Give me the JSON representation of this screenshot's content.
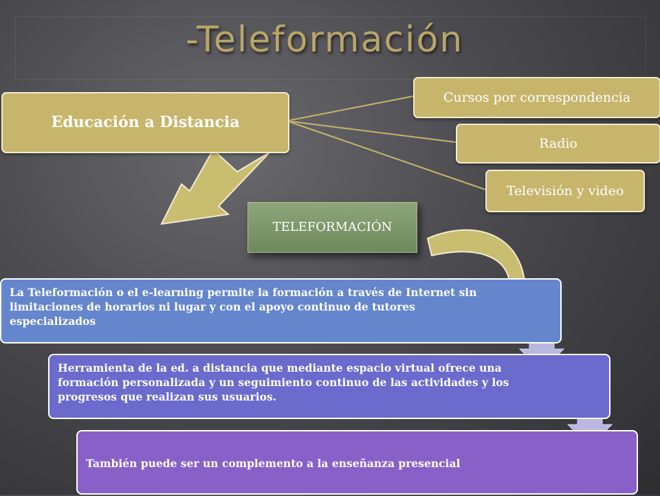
{
  "title": "-Teleformación",
  "root": {
    "label": "Educación a Distancia"
  },
  "branches": [
    {
      "label": "Cursos por correspondencia"
    },
    {
      "label": "Radio"
    },
    {
      "label": "Televisión y video"
    }
  ],
  "tele_label": "TELEFORMACIÓN",
  "steps": [
    {
      "text": "La Teleformación o el e-learning permite la formación a través de Internet sin limitaciones de horarios ni lugar y con el apoyo continuo de tutores especializados"
    },
    {
      "text": "Herramienta de la ed. a distancia que mediante espacio virtual ofrece una formación personalizada y un seguimiento continuo de las actividades y los progresos que realizan sus usuarios."
    },
    {
      "text": "También puede ser un complemento a la enseñanza presencial"
    }
  ],
  "colors": {
    "gold": "#c6b56b",
    "title": "#b9a56a",
    "step1": "#6586cc",
    "step2": "#6a6bcc",
    "step3": "#8960c8",
    "arrow_down": "#b8b8e0"
  }
}
